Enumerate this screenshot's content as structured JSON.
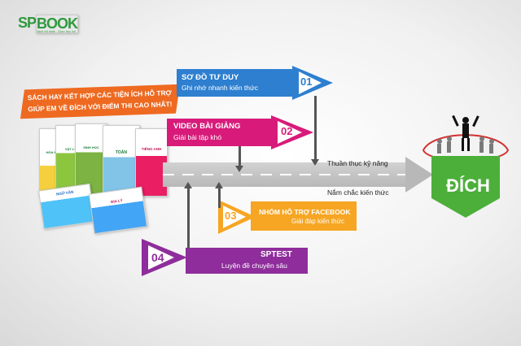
{
  "logo": {
    "brand_sp": "SP",
    "brand_book": "BOOK",
    "tagline": "Sách tốt nhất - Giúp học tốt"
  },
  "banner": {
    "text": "Sách hay kết hợp các tiện ích hỗ trợ giúp em về đích với điểm thi cao nhất!"
  },
  "steps": [
    {
      "number": "01",
      "title": "SƠ ĐỒ TƯ DUY",
      "subtitle": "Ghi nhớ nhanh kiến thức",
      "color": "#2e7fd0"
    },
    {
      "number": "02",
      "title": "VIDEO BÀI GIẢNG",
      "subtitle": "Giải bài tập khó",
      "color": "#d81b7a"
    },
    {
      "number": "03",
      "title": "NHÓM HỖ TRỢ FACEBOOK",
      "subtitle": "Giải đáp kiến thức",
      "color": "#f6a623"
    },
    {
      "number": "04",
      "title": "SPTEST",
      "subtitle": "Luyện đề chuyên sâu",
      "color": "#8e2d9b"
    }
  ],
  "road": {
    "upper_label": "Thuần thục kỹ năng",
    "lower_label": "Nắm chắc kiến thức"
  },
  "finish": {
    "label": "ĐÍCH",
    "color": "#4caf3a"
  },
  "books": {
    "titles": [
      "HÓA HỌC",
      "VẬT LÝ",
      "SINH HỌC",
      "TOÁN",
      "TIẾNG ANH",
      "NGỮ VĂN",
      "ĐỊA LÝ"
    ]
  }
}
